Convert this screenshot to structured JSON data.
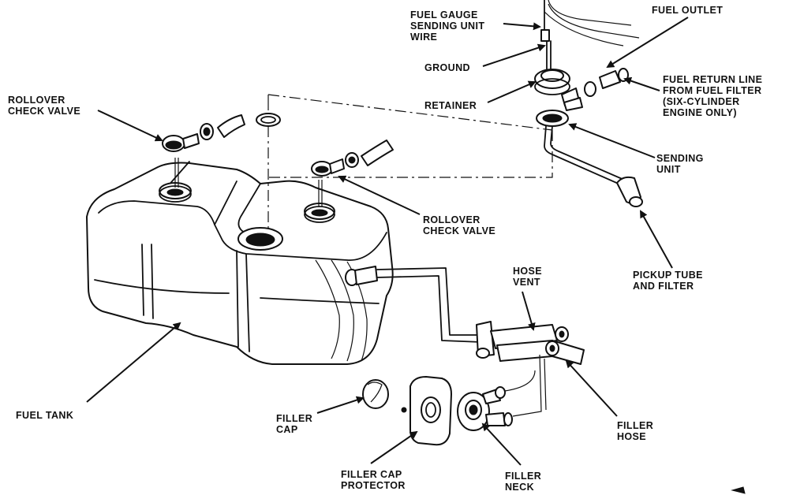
{
  "labels": {
    "fuel_gauge": [
      "FUEL GAUGE",
      "SENDING UNIT",
      "WIRE"
    ],
    "fuel_outlet": [
      "FUEL OUTLET"
    ],
    "ground": [
      "GROUND"
    ],
    "fuel_return": [
      "FUEL RETURN LINE",
      "FROM FUEL FILTER",
      "(SIX-CYLINDER",
      "ENGINE ONLY)"
    ],
    "retainer": [
      "RETAINER"
    ],
    "rollover_left": [
      "ROLLOVER",
      "CHECK VALVE"
    ],
    "sending_unit": [
      "SENDING",
      "UNIT"
    ],
    "rollover_center": [
      "ROLLOVER",
      "CHECK VALVE"
    ],
    "pickup_tube": [
      "PICKUP TUBE",
      "AND FILTER"
    ],
    "hose_vent": [
      "HOSE",
      "VENT"
    ],
    "fuel_tank": [
      "FUEL TANK"
    ],
    "filler_cap": [
      "FILLER",
      "CAP"
    ],
    "filler_hose": [
      "FILLER",
      "HOSE"
    ],
    "filler_cap_protector": [
      "FILLER CAP",
      "PROTECTOR"
    ],
    "filler_neck": [
      "FILLER",
      "NECK"
    ]
  },
  "colors": {
    "ink": "#111111",
    "paper": "#ffffff"
  }
}
